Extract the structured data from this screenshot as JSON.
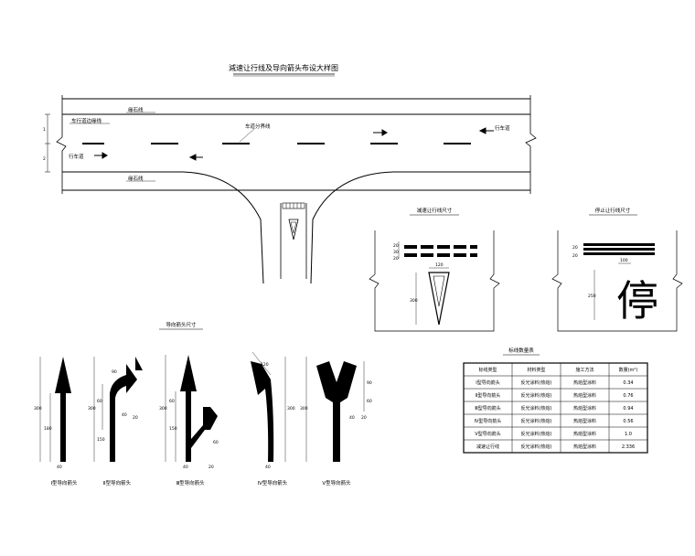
{
  "titles": {
    "main_plan": "減速让行线及导向箭头布设大样图",
    "yield_line_dims": "减速让行线尺寸",
    "stop_line_dims": "停止让行线尺寸",
    "arrow_dims": "导向箭头尺寸",
    "quantity_table": "标线数量表"
  },
  "road_labels": {
    "curb_top": "缘石线",
    "curb_bottom": "缘石线",
    "lane_edge": "车行道边缘线",
    "lane_divider": "车道分界线",
    "bike_lane_right": "行车道",
    "bike_lane_left": "行车道",
    "dim_1": "1",
    "dim_2": "2"
  },
  "yield_detail": {
    "dims_left": [
      "20",
      "30",
      "20"
    ],
    "width": "120",
    "height": "300"
  },
  "stop_detail": {
    "char": "停",
    "dims_left": [
      "20",
      "20"
    ],
    "gap": "100",
    "height": "250"
  },
  "arrows": [
    {
      "label": "Ⅰ型导向箭头",
      "dims": [
        "300",
        "180",
        "40"
      ]
    },
    {
      "label": "Ⅱ型导向箭头",
      "dims": [
        "300",
        "150",
        "60",
        "90",
        "40",
        "20"
      ]
    },
    {
      "label": "Ⅲ型导向箭头",
      "dims": [
        "300",
        "150",
        "60",
        "40",
        "20",
        "60"
      ]
    },
    {
      "label": "Ⅳ型导向箭头",
      "dims": [
        "300",
        "120",
        "40"
      ]
    },
    {
      "label": "Ⅴ型导向箭头",
      "dims": [
        "300",
        "90",
        "40",
        "60",
        "20"
      ]
    }
  ],
  "table": {
    "headers": [
      "标线类型",
      "材料类型",
      "施工方法",
      "数量(m²)"
    ],
    "rows": [
      [
        "Ⅰ型导向箭头",
        "反光涂料(热熔)",
        "热熔型涂料",
        "0.34"
      ],
      [
        "Ⅱ型导向箭头",
        "反光涂料(热熔)",
        "热熔型涂料",
        "0.76"
      ],
      [
        "Ⅲ型导向箭头",
        "反光涂料(热熔)",
        "热熔型涂料",
        "0.94"
      ],
      [
        "Ⅳ型导向箭头",
        "反光涂料(热熔)",
        "热熔型涂料",
        "0.56"
      ],
      [
        "Ⅴ型导向箭头",
        "反光涂料(热熔)",
        "热熔型涂料",
        "1.0"
      ],
      [
        "减速让行线",
        "反光涂料(热熔)",
        "热熔型涂料",
        "2.336"
      ]
    ]
  },
  "colors": {
    "ink": "#000000",
    "paper": "#ffffff"
  }
}
